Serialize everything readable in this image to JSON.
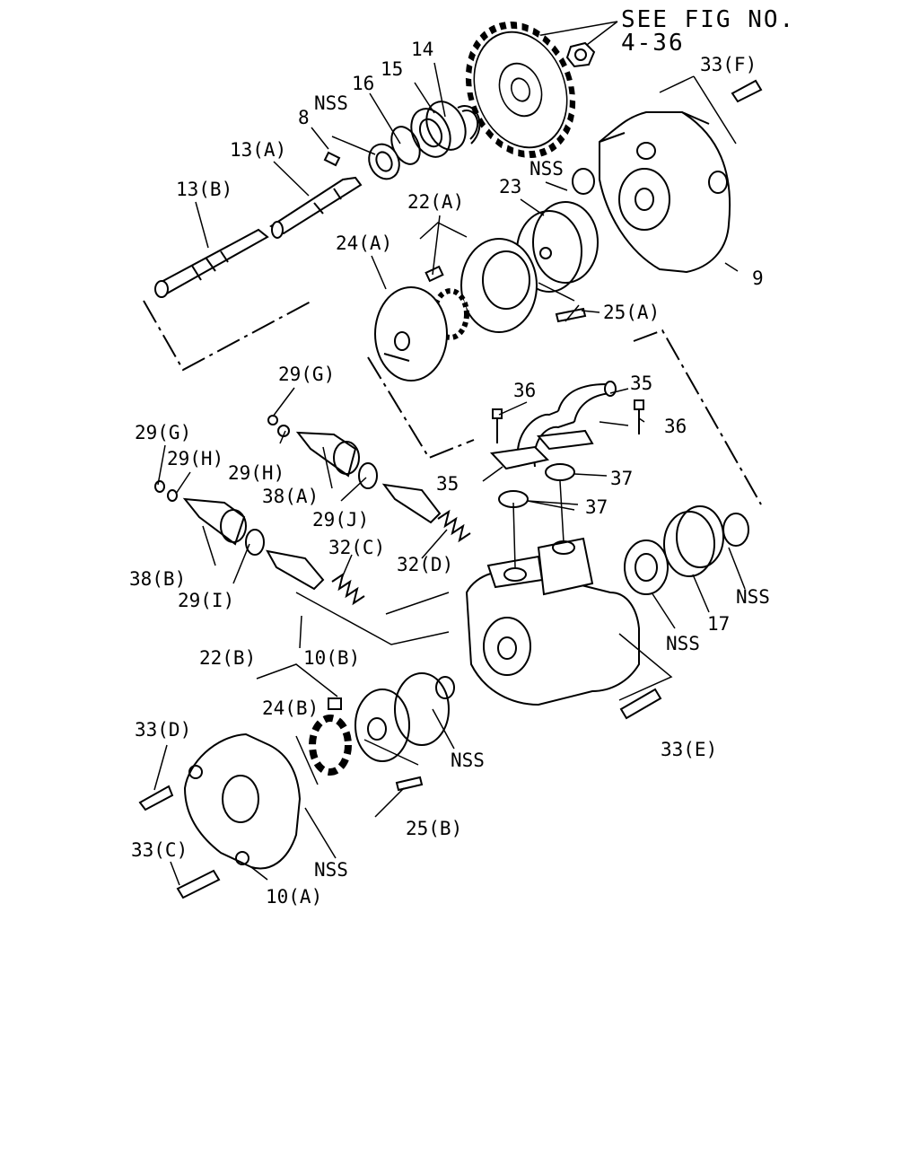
{
  "reference": {
    "line1": "SEE FIG NO.",
    "line2": "4-36"
  },
  "labels": {
    "l33f": "33(F)",
    "l14": "14",
    "l15": "15",
    "l16": "16",
    "lnss1": "NSS",
    "l8": "8",
    "l13a": "13(A)",
    "l13b": "13(B)",
    "lnss2": "NSS",
    "l23": "23",
    "l22a": "22(A)",
    "l24a": "24(A)",
    "l9": "9",
    "l25a": "25(A)",
    "l29g1": "29(G)",
    "l36a": "36",
    "l35a": "35",
    "l36b": "36",
    "l29g2": "29(G)",
    "l29h1": "29(H)",
    "l29h2": "29(H)",
    "l38a": "38(A)",
    "l35b": "35",
    "l37a": "37",
    "l29j": "29(J)",
    "l37b": "37",
    "l32c": "32(C)",
    "l32d": "32(D)",
    "l38b": "38(B)",
    "l29i": "29(I)",
    "lnss3": "NSS",
    "l17": "17",
    "lnss4": "NSS",
    "l10b": "10(B)",
    "l22b": "22(B)",
    "l24b": "24(B)",
    "l33d": "33(D)",
    "lnss5": "NSS",
    "l33e": "33(E)",
    "l25b": "25(B)",
    "l33c": "33(C)",
    "lnss6": "NSS",
    "l10a": "10(A)"
  }
}
